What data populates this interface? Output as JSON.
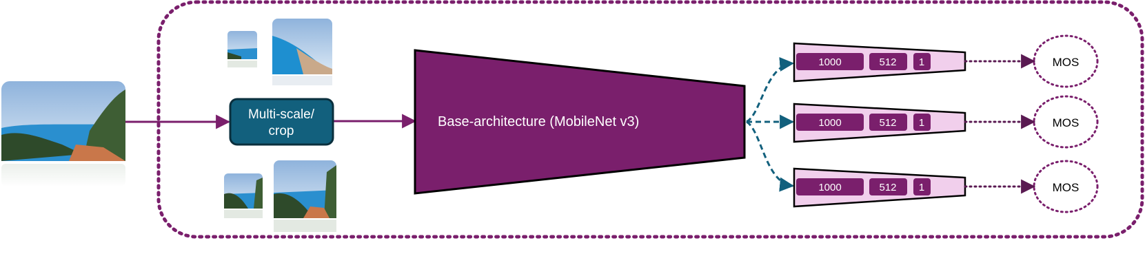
{
  "diagram": {
    "crop_box": {
      "label_line1": "Multi-scale/",
      "label_line2": "crop"
    },
    "backbone": {
      "label": "Base-architecture (MobileNet v3)"
    },
    "heads": [
      {
        "layers": [
          "1000",
          "512",
          "1"
        ],
        "output": "MOS"
      },
      {
        "layers": [
          "1000",
          "512",
          "1"
        ],
        "output": "MOS"
      },
      {
        "layers": [
          "1000",
          "512",
          "1"
        ],
        "output": "MOS"
      }
    ]
  },
  "colors": {
    "purple": "#7a1f6c",
    "teal": "#12607d",
    "pink": "#f1cfec",
    "sky": "#aecde9",
    "sea": "#1e8fd0",
    "foliage": "#2e4a2a"
  },
  "icons": {
    "photos": "landscape-photo-icon",
    "arrows": "arrow-right-icon"
  }
}
